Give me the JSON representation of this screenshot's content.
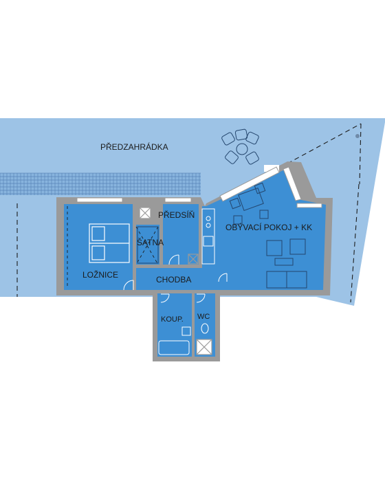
{
  "rooms": {
    "garden": "PŘEDZAHRÁDKA",
    "hall": "PŘEDSÍŇ",
    "closet": "ŠATNA",
    "living": "OBÝVACÍ POKOJ + KK",
    "bedroom": "LOŽNICE",
    "corridor": "CHODBA",
    "bathroom": "KOUP.",
    "wc": "WC"
  },
  "colors": {
    "garden": "#9dc3e6",
    "interior": "#3d8fd4",
    "wall": "#9a9a9a",
    "furniture_stroke": "#24466e",
    "text": "#1b1b1b"
  }
}
